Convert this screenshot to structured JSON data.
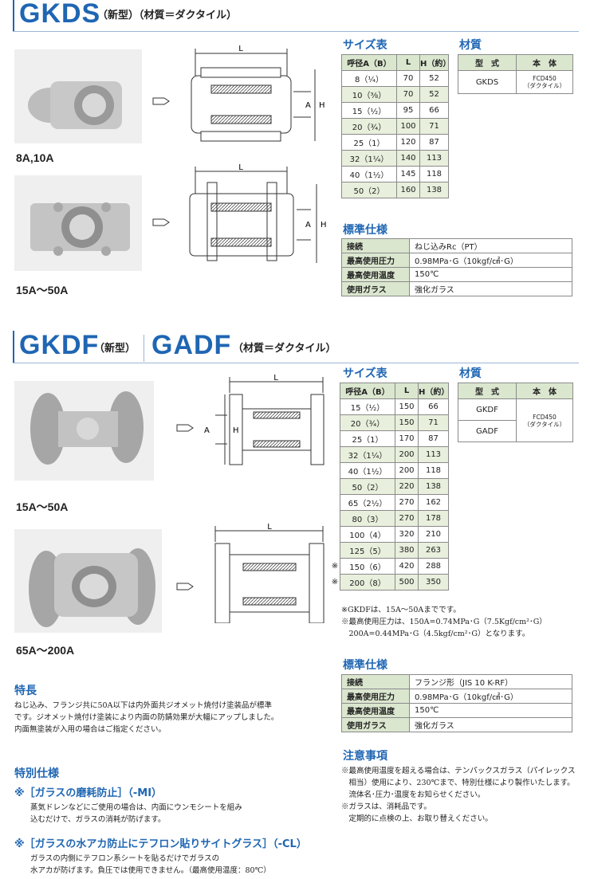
{
  "gkds": {
    "title": "GKDS",
    "subtitle": "（新型）（材質＝ダクタイル）",
    "photo_label_1": "8A,10A",
    "photo_label_2": "15A～50A",
    "size_title": "サイズ表",
    "size_headers": [
      "呼径A（B）",
      "L",
      "H（約）"
    ],
    "size_rows": [
      [
        "8（¼）",
        "70",
        "52"
      ],
      [
        "10（⅜）",
        "70",
        "52"
      ],
      [
        "15（½）",
        "95",
        "66"
      ],
      [
        "20（¾）",
        "100",
        "71"
      ],
      [
        "25（1）",
        "120",
        "87"
      ],
      [
        "32（1¼）",
        "140",
        "113"
      ],
      [
        "40（1½）",
        "145",
        "118"
      ],
      [
        "50（2）",
        "160",
        "138"
      ]
    ],
    "material_title": "材質",
    "material_headers": [
      "型　式",
      "本　体"
    ],
    "material_rows": [
      [
        "GKDS",
        "FCD450\n（ダクタイル）"
      ]
    ],
    "spec_title": "標準仕様",
    "spec_rows": [
      [
        "接続",
        "ねじ込みRc（PT）"
      ],
      [
        "最高使用圧力",
        "0.98MPa･G（10kgf/㎠･G）"
      ],
      [
        "最高使用温度",
        "150℃"
      ],
      [
        "使用ガラス",
        "強化ガラス"
      ]
    ]
  },
  "gkdf": {
    "title1": "GKDF",
    "sub1": "（新型）",
    "title2": "GADF",
    "sub2": "（材質＝ダクタイル）",
    "photo_label_1": "15A～50A",
    "photo_label_2": "65A～200A",
    "size_title": "サイズ表",
    "size_headers": [
      "呼径A（B）",
      "L",
      "H（約）"
    ],
    "size_rows": [
      [
        "",
        "15（½）",
        "150",
        "66"
      ],
      [
        "",
        "20（¾）",
        "150",
        "71"
      ],
      [
        "",
        "25（1）",
        "170",
        "87"
      ],
      [
        "",
        "32（1¼）",
        "200",
        "113"
      ],
      [
        "",
        "40（1½）",
        "200",
        "118"
      ],
      [
        "",
        "50（2）",
        "220",
        "138"
      ],
      [
        "",
        "65（2½）",
        "270",
        "162"
      ],
      [
        "",
        "80（3）",
        "270",
        "178"
      ],
      [
        "",
        "100（4）",
        "320",
        "210"
      ],
      [
        "",
        "125（5）",
        "380",
        "263"
      ],
      [
        "※",
        "150（6）",
        "420",
        "288"
      ],
      [
        "※",
        "200（8）",
        "500",
        "350"
      ]
    ],
    "notes": [
      "※GKDFは、15A～50Aまでです。",
      "※最高使用圧力は、150A=0.74MPa･G（7.5Kgf/cm²･G）",
      "　200A=0.44MPa･G（4.5kgf/cm²･G）となります。"
    ],
    "material_title": "材質",
    "material_headers": [
      "型　式",
      "本　体"
    ],
    "material_models": [
      "GKDF",
      "GADF"
    ],
    "material_body": "FCD450\n（ダクタイル）",
    "spec_title": "標準仕様",
    "spec_rows": [
      [
        "接続",
        "フランジ形（JIS 10 K-RF）"
      ],
      [
        "最高使用圧力",
        "0.98MPa･G（10kgf/㎠･G）"
      ],
      [
        "最高使用温度",
        "150℃"
      ],
      [
        "使用ガラス",
        "強化ガラス"
      ]
    ]
  },
  "features": {
    "title": "特長",
    "lines": [
      "ねじ込み、フランジ共に50A以下は内外面共ジオメット焼付け塗装品が標準",
      "です。ジオメット焼付け塗装により内面の防錆効果が大幅にアップしました。",
      "内面無塗装が入用の場合はご指定ください。"
    ]
  },
  "special": {
    "title": "特別仕様",
    "mi_title": "※［ガラスの磨耗防止］（-MI）",
    "mi_lines": [
      "蒸気ドレンなどにご使用の場合は、内面にウンモシートを組み",
      "込むだけで、ガラスの消耗が防げます。"
    ],
    "cl_title": "※［ガラスの水アカ防止にテフロン貼りサイトグラス］（-CL）",
    "cl_lines": [
      "ガラスの内側にテフロン系シートを貼るだけでガラスの",
      "水アカが防げます。負圧では使用できません。（最高使用温度：80℃）"
    ]
  },
  "caution": {
    "title": "注意事項",
    "lines": [
      "※最高使用温度を超える場合は、テンパックスガラス（パイレックス",
      "　相当）使用により、230℃まで、特別仕様により製作いたします。",
      "　流体名･圧力･温度をお知らせください。",
      "※ガラスは、消耗品です。",
      "　定期的に点検の上、お取り替えください。"
    ]
  },
  "diagram": {
    "label_L": "L",
    "label_H": "H",
    "label_A": "A"
  }
}
